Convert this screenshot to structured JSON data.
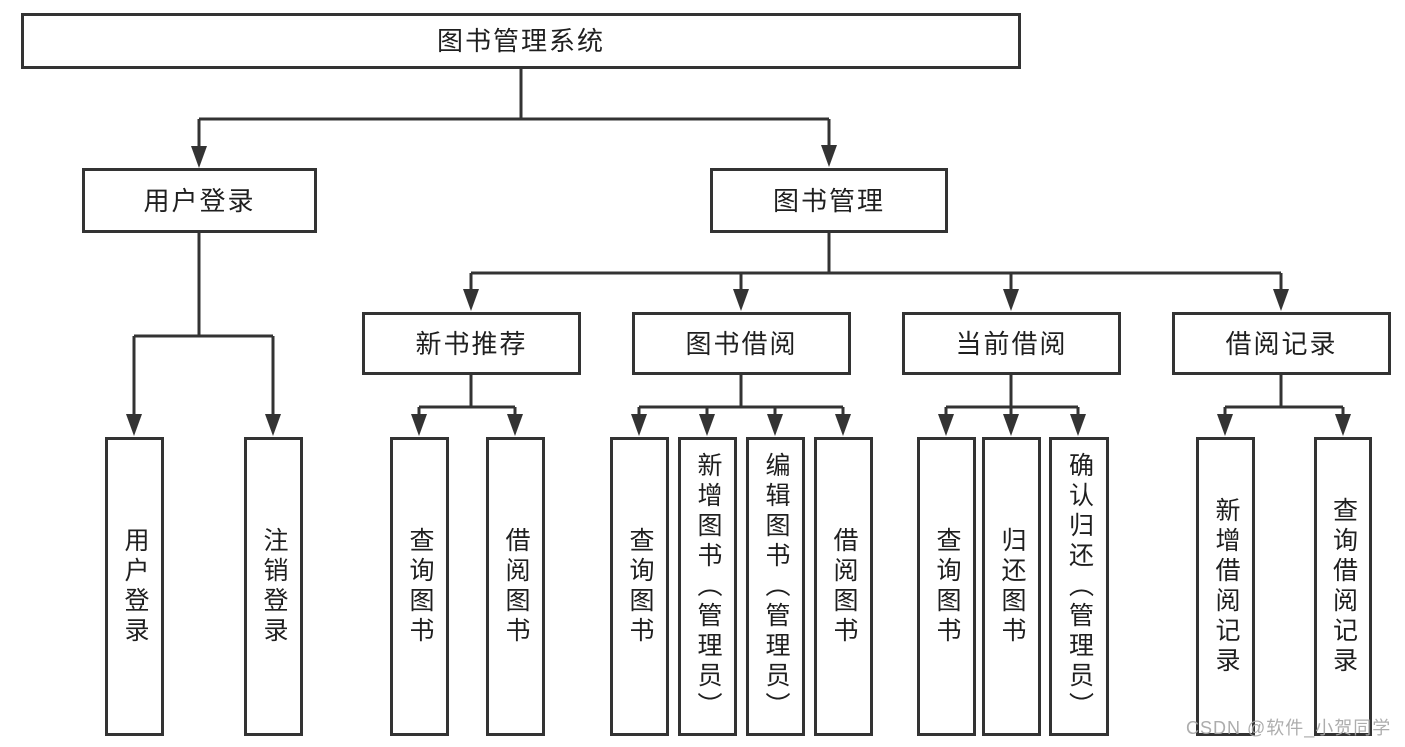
{
  "tree": {
    "root": {
      "label": "图书管理系统",
      "children": [
        {
          "label": "用户登录",
          "children": [
            {
              "label": "用户登录"
            },
            {
              "label": "注销登录"
            }
          ]
        },
        {
          "label": "图书管理",
          "children": [
            {
              "label": "新书推荐",
              "children": [
                {
                  "label": "查询图书"
                },
                {
                  "label": "借阅图书"
                }
              ]
            },
            {
              "label": "图书借阅",
              "children": [
                {
                  "label": "查询图书"
                },
                {
                  "label": "新增图书（管理员）"
                },
                {
                  "label": "编辑图书（管理员）"
                },
                {
                  "label": "借阅图书"
                }
              ]
            },
            {
              "label": "当前借阅",
              "children": [
                {
                  "label": "查询图书"
                },
                {
                  "label": "归还图书"
                },
                {
                  "label": "确认归还（管理员）"
                }
              ]
            },
            {
              "label": "借阅记录",
              "children": [
                {
                  "label": "新增借阅记录"
                },
                {
                  "label": "查询借阅记录"
                }
              ]
            }
          ]
        }
      ]
    }
  },
  "watermark": "CSDN @软件_小贺同学",
  "colors": {
    "line": "#333333",
    "box_border": "#333333",
    "box_fill": "#ffffff",
    "text": "#1f1f1f",
    "watermark": "#a6a6a6",
    "background": "#ffffff"
  }
}
